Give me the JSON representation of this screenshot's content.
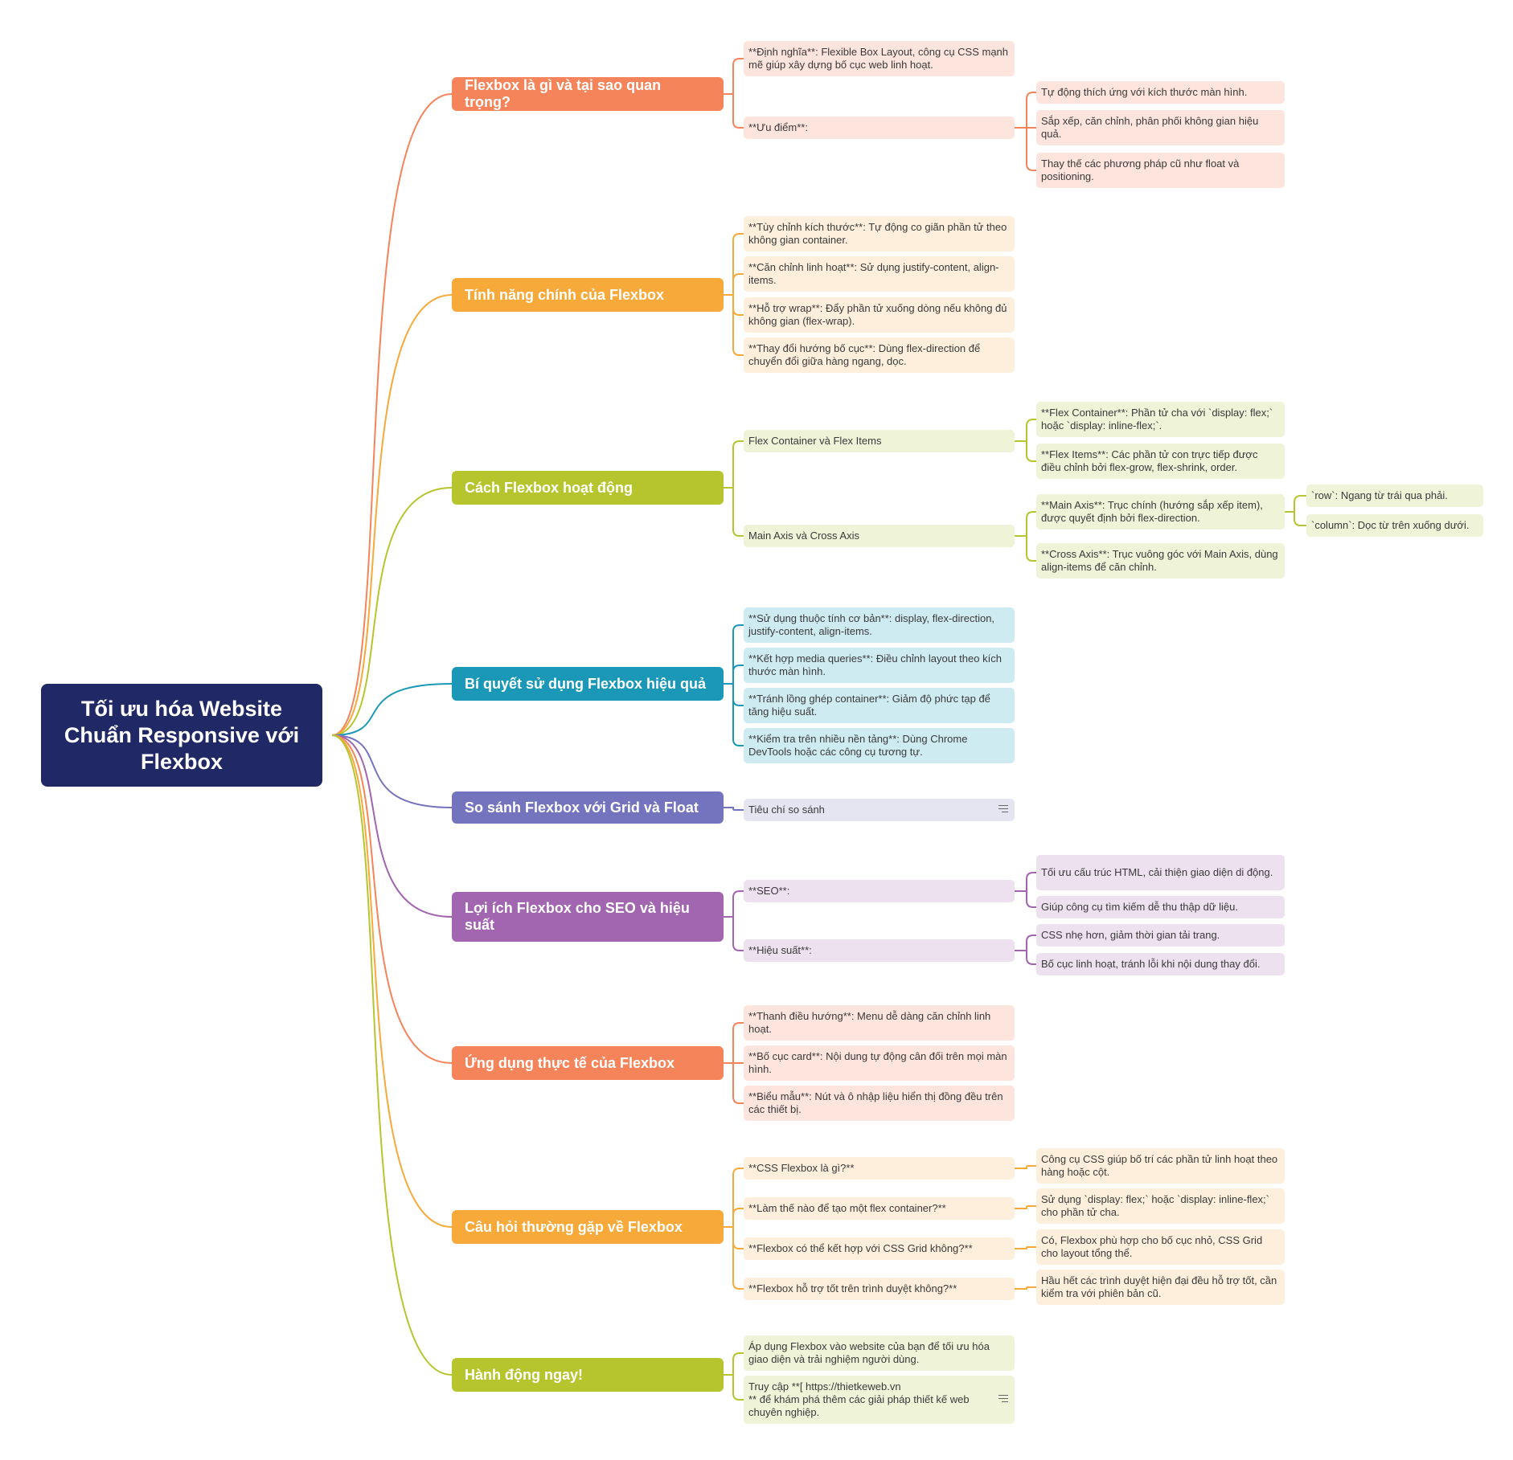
{
  "root": {
    "text": "Tối ưu hóa Website Chuẩn Responsive với Flexbox"
  },
  "colors": {
    "root": "#212866",
    "orange": "#F5845A",
    "orange_light": "#FDE4DC",
    "amber": "#F7A93A",
    "amber_light": "#FDEFDB",
    "lime": "#B6C52E",
    "lime_light": "#EFF3D8",
    "teal": "#1B98B8",
    "teal_light": "#CFEBF2",
    "indigo": "#7473BE",
    "indigo_light": "#E5E5F2",
    "purple": "#A265B0",
    "purple_light": "#EDE1EF"
  },
  "branches": [
    {
      "label": "Flexbox là gì và tại sao quan trọng?",
      "color": "orange",
      "children": [
        {
          "text": "**Định nghĩa**: Flexible Box Layout, công cụ CSS mạnh mẽ giúp xây dựng bố cục web linh hoạt."
        },
        {
          "text": "**Ưu điểm**:",
          "children": [
            {
              "text": "Tự động thích ứng với kích thước màn hình."
            },
            {
              "text": "Sắp xếp, căn chỉnh, phân phối không gian hiệu quả."
            },
            {
              "text": "Thay thế các phương pháp cũ như float và positioning."
            }
          ]
        }
      ]
    },
    {
      "label": "Tính năng chính của Flexbox",
      "color": "amber",
      "children": [
        {
          "text": "**Tùy chỉnh kích thước**: Tự động co giãn phần tử theo không gian container."
        },
        {
          "text": "**Căn chỉnh linh hoạt**: Sử dụng justify-content, align-items."
        },
        {
          "text": "**Hỗ trợ wrap**: Đẩy phần tử xuống dòng nếu không đủ không gian (flex-wrap)."
        },
        {
          "text": "**Thay đổi hướng bố cục**: Dùng flex-direction để chuyển đổi giữa hàng ngang, dọc."
        }
      ]
    },
    {
      "label": "Cách Flexbox hoạt động",
      "color": "lime",
      "children": [
        {
          "text": "Flex Container và Flex Items",
          "children": [
            {
              "text": "**Flex Container**: Phần tử cha với `display: flex;` hoặc `display: inline-flex;`."
            },
            {
              "text": "**Flex Items**: Các phần tử con trực tiếp được điều chỉnh bởi flex-grow, flex-shrink, order."
            }
          ]
        },
        {
          "text": "Main Axis và Cross Axis",
          "children": [
            {
              "text": "**Main Axis**: Trục chính (hướng sắp xếp item), được quyết định bởi flex-direction.",
              "children": [
                {
                  "text": "`row`: Ngang từ trái qua phải."
                },
                {
                  "text": "`column`: Dọc từ trên xuống dưới."
                }
              ]
            },
            {
              "text": "**Cross Axis**: Trục vuông góc với Main Axis, dùng align-items để căn chỉnh."
            }
          ]
        }
      ]
    },
    {
      "label": "Bí quyết sử dụng Flexbox hiệu quả",
      "color": "teal",
      "children": [
        {
          "text": "**Sử dụng thuộc tính cơ bản**: display, flex-direction, justify-content, align-items."
        },
        {
          "text": "**Kết hợp media queries**: Điều chỉnh layout theo kích thước màn hình."
        },
        {
          "text": "**Tránh lồng ghép container**: Giảm độ phức tạp để tăng hiệu suất."
        },
        {
          "text": "**Kiểm tra trên nhiều nền tảng**: Dùng Chrome DevTools hoặc các công cụ tương tự."
        }
      ]
    },
    {
      "label": "So sánh Flexbox với Grid và Float",
      "color": "indigo",
      "children": [
        {
          "text": "Tiêu chí so sánh",
          "note": true
        }
      ]
    },
    {
      "label": "Lợi ích Flexbox cho SEO và hiệu suất",
      "color": "purple",
      "children": [
        {
          "text": "**SEO**:",
          "children": [
            {
              "text": "Tối ưu cấu trúc HTML, cải thiện giao diện di động."
            },
            {
              "text": "Giúp công cụ tìm kiếm dễ thu thập dữ liệu."
            }
          ]
        },
        {
          "text": "**Hiệu suất**:",
          "children": [
            {
              "text": "CSS nhẹ hơn, giảm thời gian tải trang."
            },
            {
              "text": "Bố cục linh hoạt, tránh lỗi khi nội dung thay đổi."
            }
          ]
        }
      ]
    },
    {
      "label": "Ứng dụng thực tế của Flexbox",
      "color": "orange",
      "children": [
        {
          "text": "**Thanh điều hướng**: Menu dễ dàng căn chỉnh linh hoạt."
        },
        {
          "text": "**Bố cục card**: Nội dung tự động cân đối trên mọi màn hình."
        },
        {
          "text": "**Biểu mẫu**: Nút và ô nhập liệu hiển thị đồng đều trên các thiết bị."
        }
      ]
    },
    {
      "label": "Câu hỏi thường gặp về Flexbox",
      "color": "amber",
      "children": [
        {
          "text": "**CSS Flexbox là gì?**",
          "children": [
            {
              "text": "Công cụ CSS giúp bố trí các phần tử linh hoạt theo hàng hoặc cột."
            }
          ]
        },
        {
          "text": "**Làm thế nào để tạo một flex container?**",
          "children": [
            {
              "text": "Sử dụng `display: flex;` hoặc `display: inline-flex;` cho phần tử cha."
            }
          ]
        },
        {
          "text": "**Flexbox có thể kết hợp với CSS Grid không?**",
          "children": [
            {
              "text": "Có, Flexbox phù hợp cho bố cục nhỏ, CSS Grid cho layout tổng thể."
            }
          ]
        },
        {
          "text": "**Flexbox hỗ trợ tốt trên trình duyệt không?**",
          "children": [
            {
              "text": "Hầu hết các trình duyệt hiện đại đều hỗ trợ tốt, cần kiểm tra với phiên bản cũ."
            }
          ]
        }
      ]
    },
    {
      "label": "Hành động ngay!",
      "color": "lime",
      "children": [
        {
          "text": "Áp dụng Flexbox vào website của bạn để tối ưu hóa giao diện và trải nghiệm người dùng."
        },
        {
          "text": "Truy cập **[ https://thietkeweb.vn\n** để khám phá thêm các giải pháp thiết kế web chuyên nghiệp.",
          "note": true
        }
      ]
    }
  ]
}
